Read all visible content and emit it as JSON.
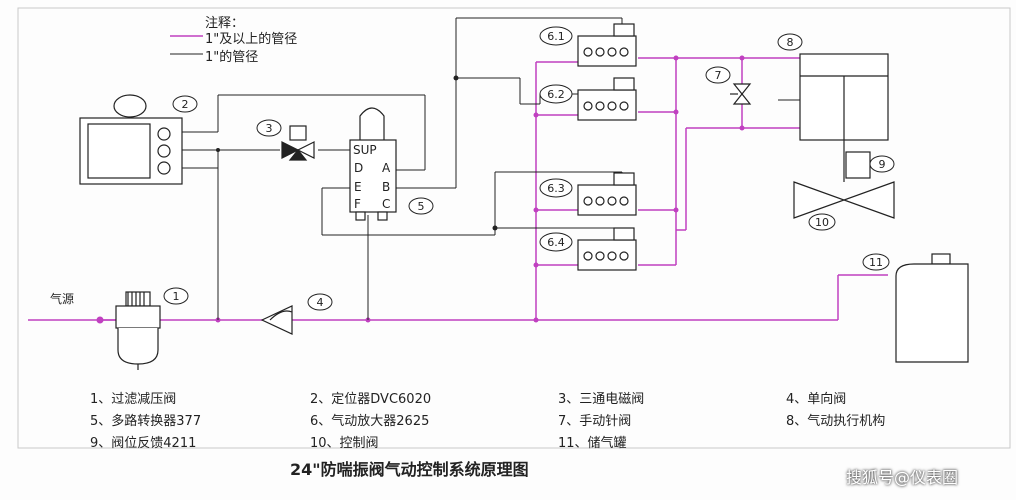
{
  "colors": {
    "pink": "#c040c0",
    "line": "#222222"
  },
  "notes": {
    "title": "注释：",
    "pink_line": "1\"及以上的管径",
    "black_line": "1\"的管径"
  },
  "labels": {
    "air_source": "气源",
    "sup": "SUP",
    "a": "A",
    "b": "B",
    "c": "C",
    "d": "D",
    "e": "E",
    "f": "F",
    "n1": "1",
    "n2": "2",
    "n3": "3",
    "n4": "4",
    "n5": "5",
    "n6_1": "6.1",
    "n6_2": "6.2",
    "n6_3": "6.3",
    "n6_4": "6.4",
    "n7": "7",
    "n8": "8",
    "n9": "9",
    "n10": "10",
    "n11": "11"
  },
  "legend": [
    [
      "1、过滤减压阀",
      "2、定位器DVC6020",
      "3、三通电磁阀",
      "4、单向阀"
    ],
    [
      "5、多路转换器377",
      "6、气动放大器2625",
      "7、手动针阀",
      "8、气动执行机构"
    ],
    [
      "9、阀位反馈4211",
      "10、控制阀",
      "11、储气罐",
      ""
    ]
  ],
  "title": "24\"防喘振阀气动控制系统原理图",
  "watermark": "搜狐号@仪表圈"
}
